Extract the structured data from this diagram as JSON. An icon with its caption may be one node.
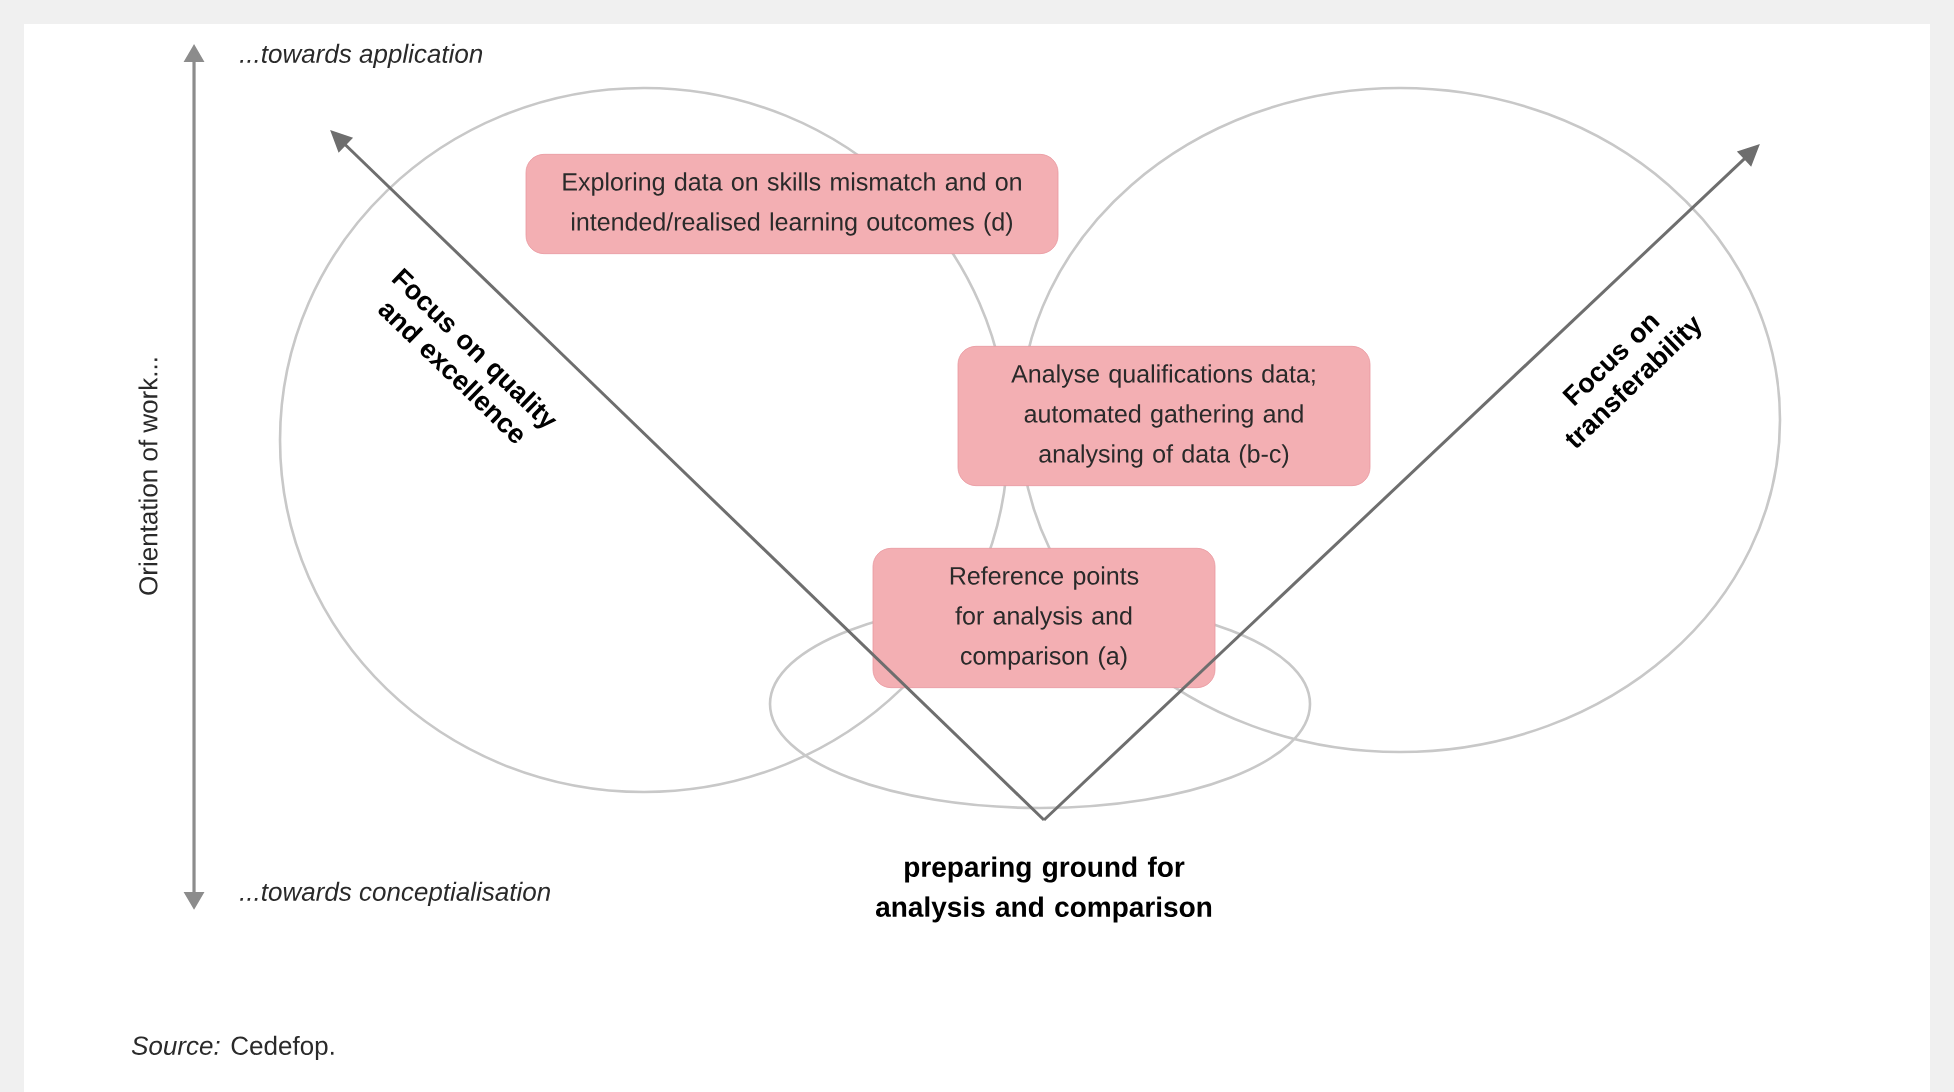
{
  "diagram": {
    "caption": "*Source:* Cedefop.",
    "nodes": [
      {
        "text": [
          "Exploring data on skills mismatch and on intended/realised learning outcomes (d)"
        ]
      },
      {
        "text": [
          "Analyse qualifications data; automated gathering and analysing of data (b-c)"
        ]
      },
      {
        "text": [
          "Reference points for analysis and comparison (a)"
        ]
      },
      {
        "text": [
          "preparing ground for analysis and comparison"
        ]
      }
    ],
    "edges": [
      {
        "from": 3,
        "to": null,
        "arrow": "to",
        "label": "Focus on quality and excellence"
      },
      {
        "from": 3,
        "to": null,
        "arrow": "to",
        "label": "Focus on transferability"
      }
    ],
    "labels": [
      "...towards application",
      "Orientation of work...",
      "...towards conceptialisation"
    ]
  }
}
